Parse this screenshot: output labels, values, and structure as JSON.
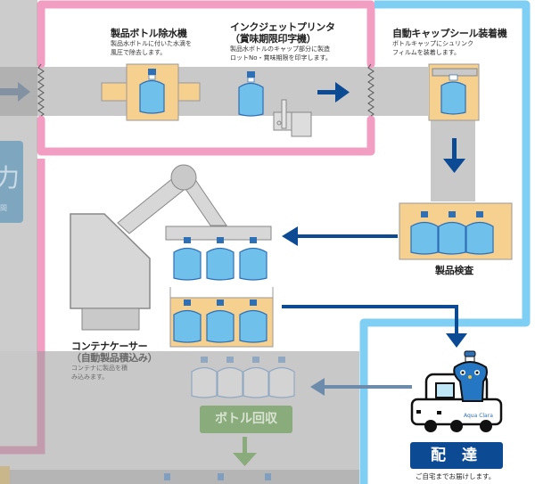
{
  "colors": {
    "pink_line": "#f19ec2",
    "blue_line": "#7fcef4",
    "conveyor": "#c9c9c9",
    "arrow_navy": "#0d4a94",
    "tray": "#f6d08e",
    "water": "#6fc0ea",
    "delivery_badge": "#0d4a94",
    "recover_badge": "#8aab7b"
  },
  "stations": [
    {
      "id": "dewater",
      "title": "製品ボトル除水機",
      "desc": [
        "製品水ボトルに付いた水滴を",
        "風圧で除去します。"
      ]
    },
    {
      "id": "inkjet",
      "title": "インクジェットプリンタ",
      "title2": "（賞味期限印字機）",
      "desc": [
        "製品水ボトルのキャップ部分に製造",
        "ロットNo・賞味期限を印字します。"
      ]
    },
    {
      "id": "capseal",
      "title": "自動キャップシール装着機",
      "desc": [
        "ボトルキャップにシュリンク",
        "フィルムを装着します。"
      ]
    },
    {
      "id": "inspection",
      "title": "製品検査"
    },
    {
      "id": "container",
      "title": "コンテナケーサー",
      "title2": "（自動製品積込み）",
      "desc": [
        "コンテナに製品を積",
        "み込みます。"
      ]
    }
  ],
  "delivery": {
    "label": "配 達",
    "desc": "ご自宅までお届けします。",
    "truck_logo": "Aqua Clara"
  },
  "recover": {
    "label": "ボトル回収"
  },
  "left_partial": {
    "big": "力",
    "small": "間"
  }
}
